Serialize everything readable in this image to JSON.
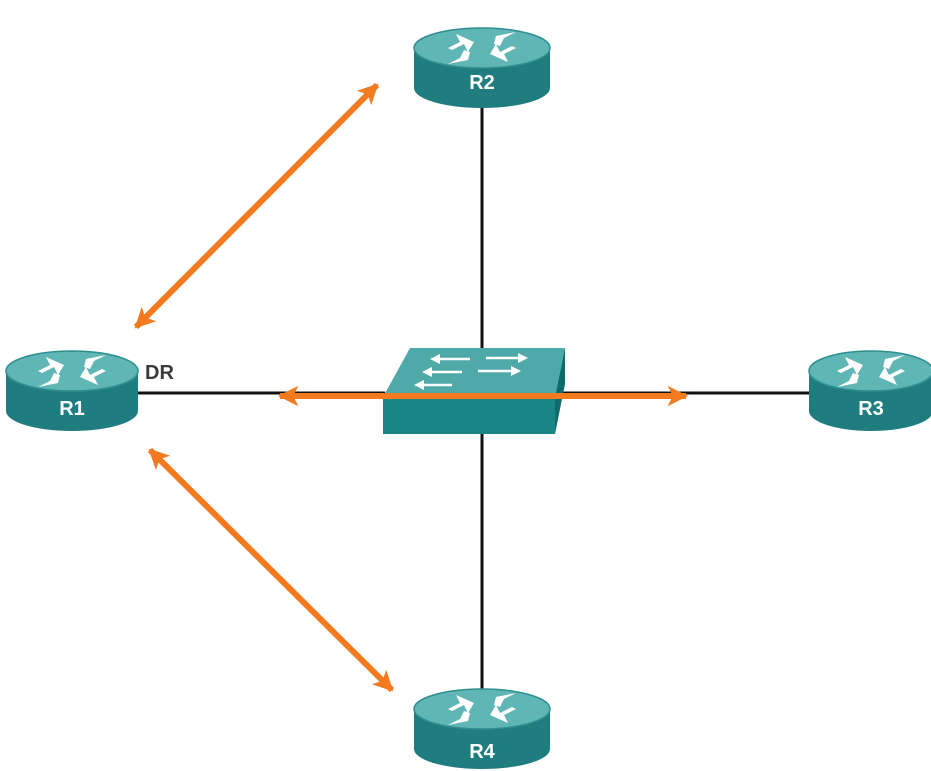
{
  "routers": [
    {
      "id": "r1",
      "label": "R1"
    },
    {
      "id": "r2",
      "label": "R2"
    },
    {
      "id": "r3",
      "label": "R3"
    },
    {
      "id": "r4",
      "label": "R4"
    }
  ],
  "dr_label": "DR",
  "colors": {
    "router_side": "#1f7d80",
    "router_top": "#5fb6b5",
    "router_top_edge": "#2f8f90",
    "switch_top": "#4fa9a8",
    "switch_front": "#188586",
    "switch_side": "#0f6a6b",
    "link": "#111111",
    "arrow": "#f47a20",
    "dr_text": "#3a3a3a",
    "router_text": "#ffffff"
  },
  "icons": {
    "router": "router-icon",
    "switch": "switch-icon"
  }
}
